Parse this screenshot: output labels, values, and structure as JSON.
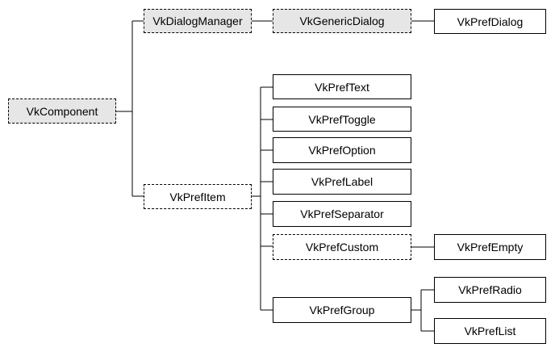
{
  "nodes": {
    "vk_component": "VkComponent",
    "vk_dialog_manager": "VkDialogManager",
    "vk_generic_dialog": "VkGenericDialog",
    "vk_pref_dialog": "VkPrefDialog",
    "vk_pref_item": "VkPrefItem",
    "vk_pref_text": "VkPrefText",
    "vk_pref_toggle": "VkPrefToggle",
    "vk_pref_option": "VkPrefOption",
    "vk_pref_label": "VkPrefLabel",
    "vk_pref_separator": "VkPrefSeparator",
    "vk_pref_custom": "VkPrefCustom",
    "vk_pref_empty": "VkPrefEmpty",
    "vk_pref_group": "VkPrefGroup",
    "vk_pref_radio": "VkPrefRadio",
    "vk_pref_list": "VkPrefList"
  },
  "colors": {
    "abstract_fill": "#e6e6e6",
    "line": "#000000"
  }
}
